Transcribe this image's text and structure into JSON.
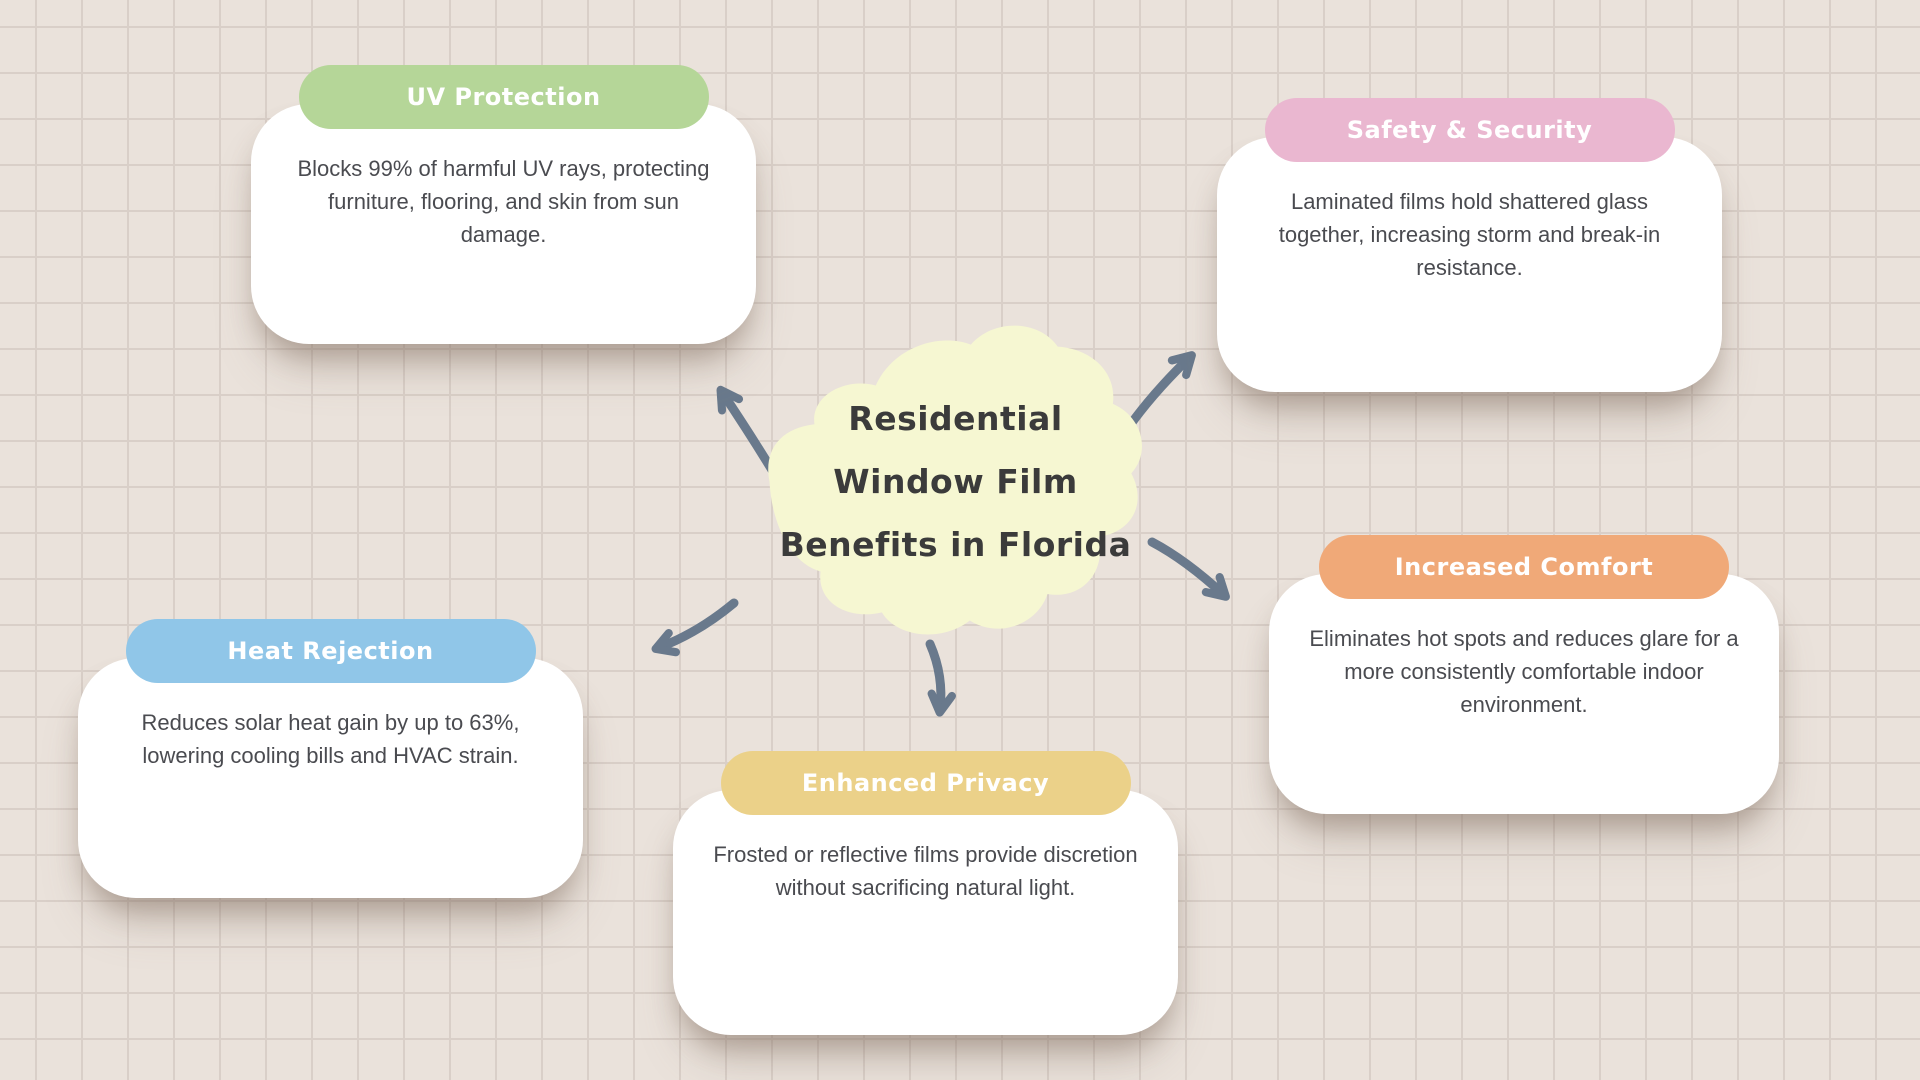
{
  "background": {
    "color": "#eae2db",
    "grid_line_color": "#d9cfc8"
  },
  "center": {
    "lines": [
      "Residential",
      "Window Film",
      "Benefits in Florida"
    ],
    "blob_color": "#f6f7d2",
    "text_color": "#3b3b3b"
  },
  "arrows": {
    "color": "#69798c"
  },
  "cards": [
    {
      "title": "UV Protection",
      "body": "Blocks 99% of harmful UV rays, protecting furniture, flooring, and skin from sun damage.",
      "pill_color": "#b5d698"
    },
    {
      "title": "Safety & Security",
      "body": "Laminated films hold shattered glass together, increasing storm and break-in resistance.",
      "pill_color": "#eab7d0"
    },
    {
      "title": "Heat Rejection",
      "body": "Reduces solar heat gain by up to 63%, lowering cooling bills and HVAC strain.",
      "pill_color": "#90c6e8"
    },
    {
      "title": "Enhanced Privacy",
      "body": "Frosted or reflective films provide discretion without sacrificing natural light.",
      "pill_color": "#ebd189"
    },
    {
      "title": "Increased Comfort",
      "body": "Eliminates hot spots and reduces glare for a more consistently comfortable indoor environment.",
      "pill_color": "#f0a978"
    }
  ]
}
